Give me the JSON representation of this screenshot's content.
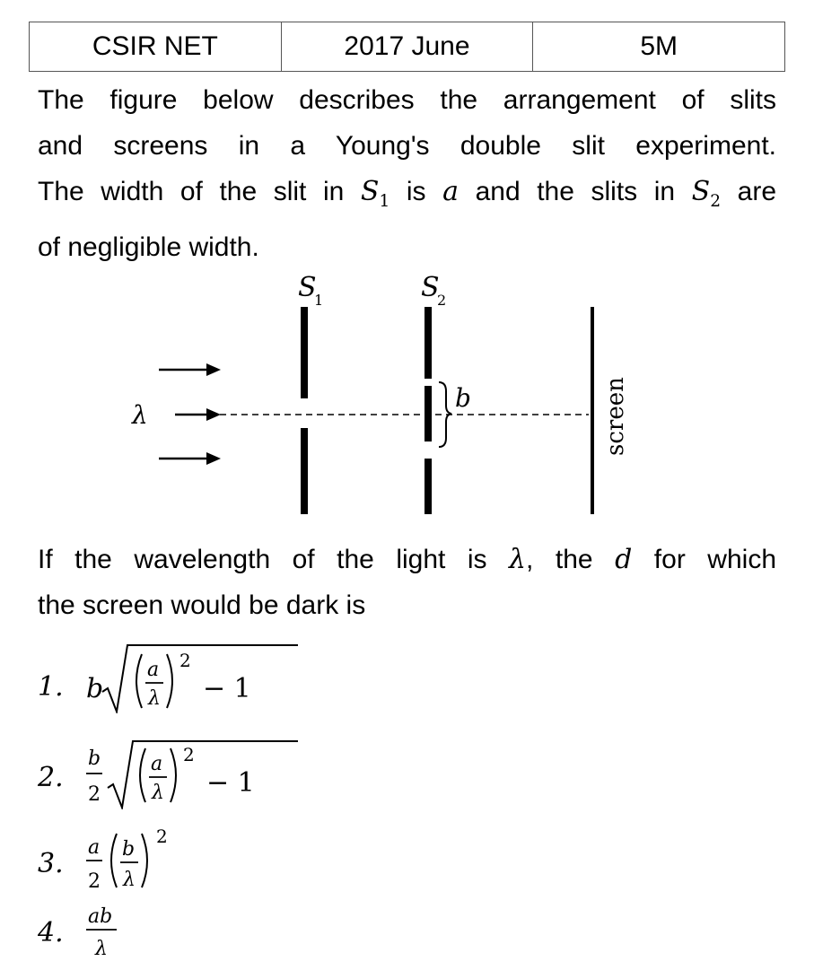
{
  "header": {
    "exam": "CSIR NET",
    "session": "2017 June",
    "marks": "5M"
  },
  "question": {
    "intro_line1": "The figure below describes the arrangement of slits",
    "intro_line2": "and screens in a Young's double slit experiment.",
    "intro_line3_a": "The width of the slit in",
    "intro_line3_b": "is",
    "intro_line3_c": "and the slits in",
    "intro_line3_d": "are",
    "intro_line4": "of negligible width.",
    "sym_S": "S",
    "sym_1": "1",
    "sym_2": "2",
    "sym_a": "a",
    "prompt_line1_a": "If the wavelength of the light is",
    "prompt_line1_b": ", the",
    "prompt_line1_c": "for which",
    "sym_lambda": "λ",
    "sym_d": "d",
    "prompt_line2": "the screen would be dark is"
  },
  "figure": {
    "label_s1": "S",
    "label_s1_sub": "1",
    "label_s2": "S",
    "label_s2_sub": "2",
    "label_lambda": "λ",
    "label_b": "b",
    "label_screen": "screen"
  },
  "options": [
    {
      "number": "1.",
      "b": "b",
      "a": "a",
      "lambda": "λ",
      "exp": "2",
      "minus_one": "− 1"
    },
    {
      "number": "2.",
      "b": "b",
      "two": "2",
      "a": "a",
      "lambda": "λ",
      "exp": "2",
      "minus_one": "− 1"
    },
    {
      "number": "3.",
      "a": "a",
      "two": "2",
      "b": "b",
      "lambda": "λ",
      "exp": "2"
    },
    {
      "number": "4.",
      "ab": "ab",
      "lambda": "λ"
    }
  ]
}
